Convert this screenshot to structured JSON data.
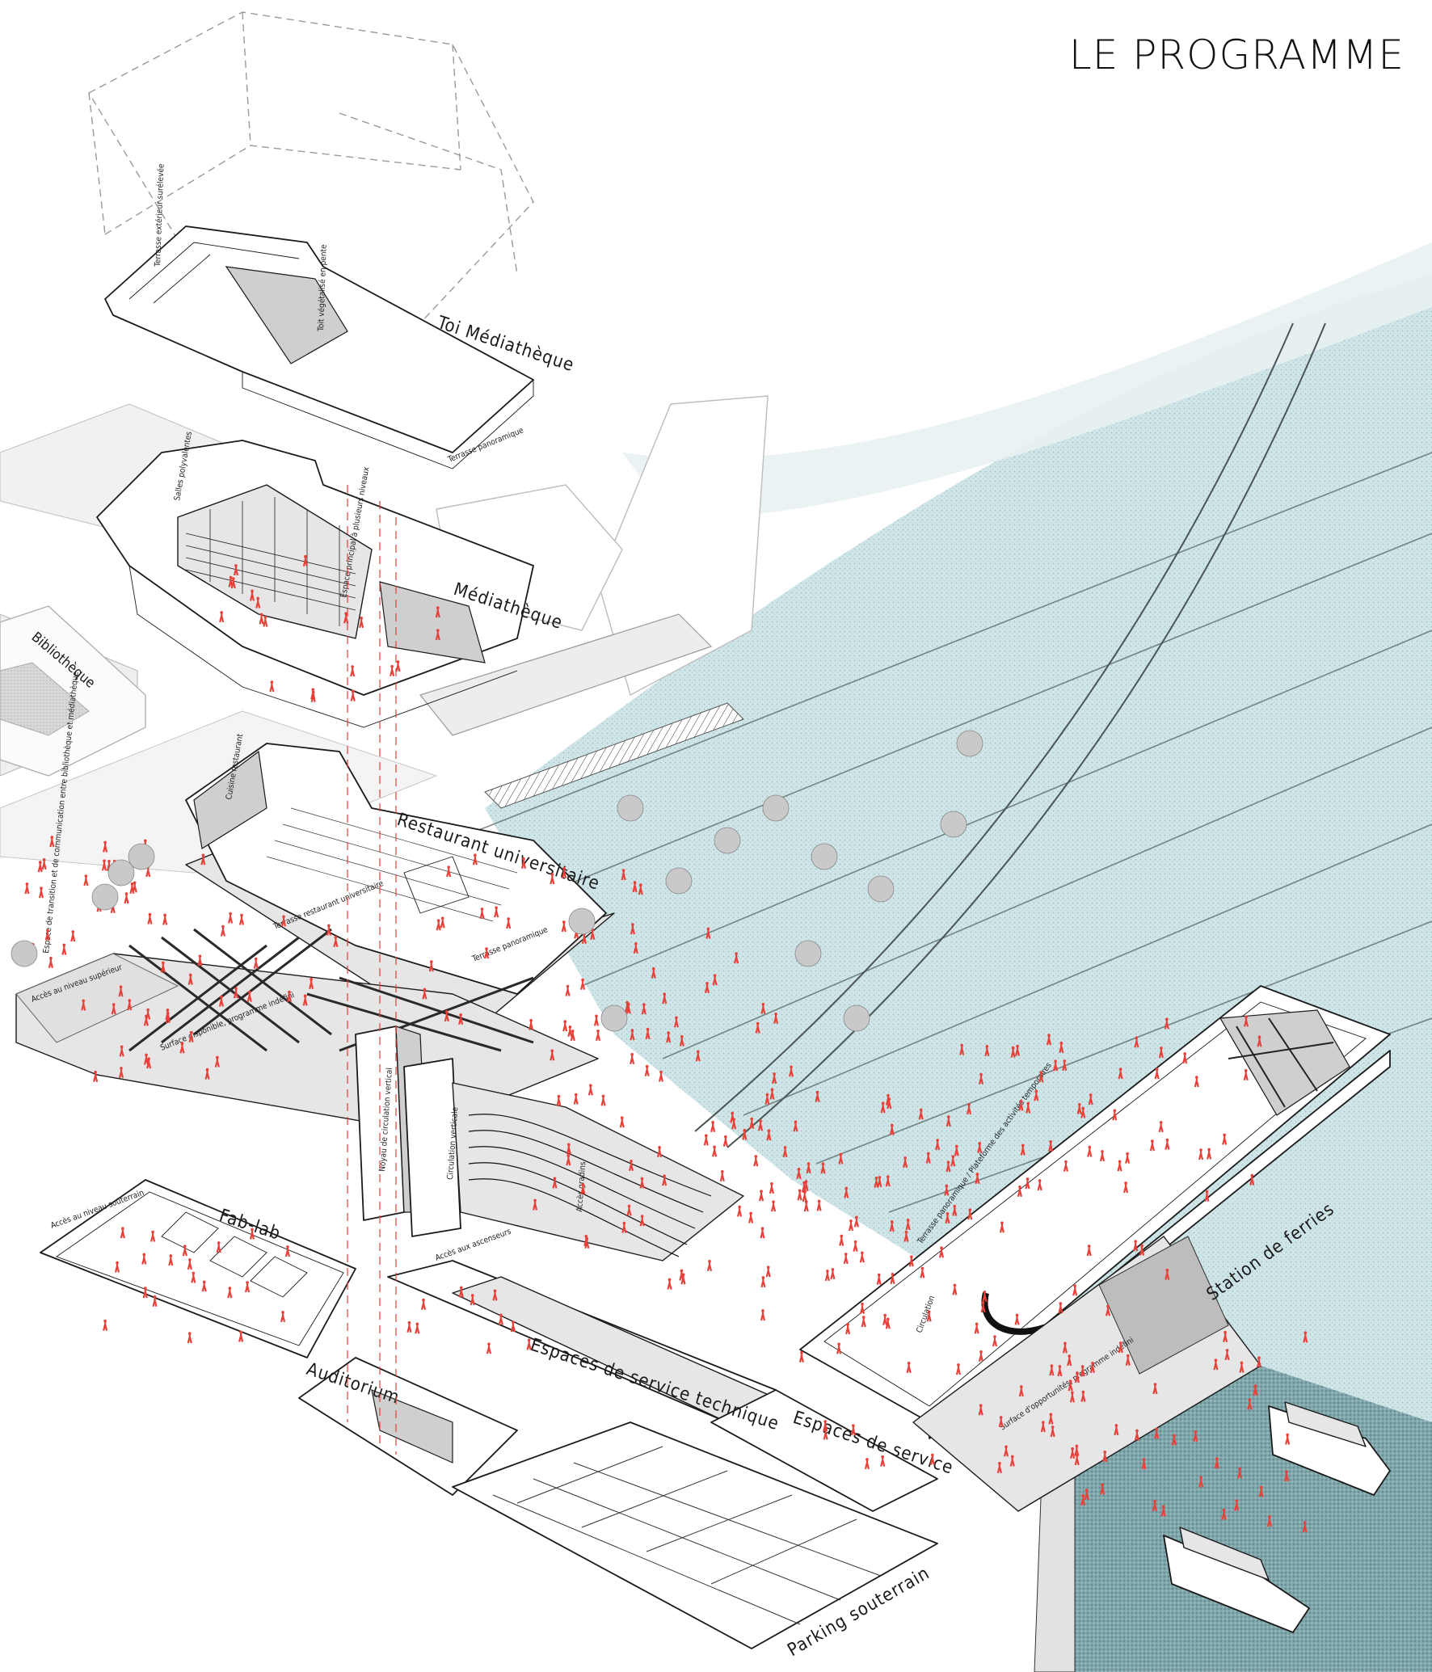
{
  "title": "LE PROGRAMME",
  "colors": {
    "water": "#c9e2e4",
    "water_dark": "#6e9a9e",
    "people": "#e8413a",
    "ink": "#1a1a1a",
    "paper": "#ffffff",
    "context": "#bdbdbd"
  },
  "labels": {
    "toit_mediatheque": "Toi Médiathèque",
    "toit_surelevee": "Terrasse extérieur surélevée",
    "toit_vegetalise": "Toit végétalisé en pente",
    "terrasse_panoramique_top": "Terrasse panoramique",
    "mediatheque": "Médiathèque",
    "salles_polyvalentes": "Salles polyvalentes",
    "espace_principal": "Espace principal à plusieurs niveaux",
    "bibliotheque": "Bibliothèque",
    "restaurant_universitaire": "Restaurant universitaire",
    "cuisine_restaurant": "Cuisine restaurant",
    "terrasse_restaurant": "Terrasse restaurant universitaire",
    "terrasse_panoramique_resto": "Terrasse panoramique",
    "espace_transition": "Espace de transition et de communication entre bibliothèque et médiathèque",
    "acces_niveau": "Accès au niveau supérieur",
    "surface_dispo": "Surface disponible, programme indéfini",
    "noyau_circulation": "Noyau de circulation vertical",
    "circulation_verticale": "Circulation verticale",
    "fab_lab": "Fab-lab",
    "acces_souterrain": "Accès au niveau souterrain",
    "auditorium": "Auditorium",
    "espaces_service_technique": "Espaces de service technique",
    "espaces_service": "Espaces de service",
    "parking": "Parking souterrain",
    "station_ferries": "Station de ferries",
    "terrasse_plateforme": "Terrasse panoramique / Plateforme des activités temporaires",
    "circulation": "Circulation",
    "surface_opportunites": "Surface d'opportunités, programme indéfini",
    "acces_ascenseur": "Accès aux ascenseurs",
    "acces_gradins": "Accès gradins"
  }
}
